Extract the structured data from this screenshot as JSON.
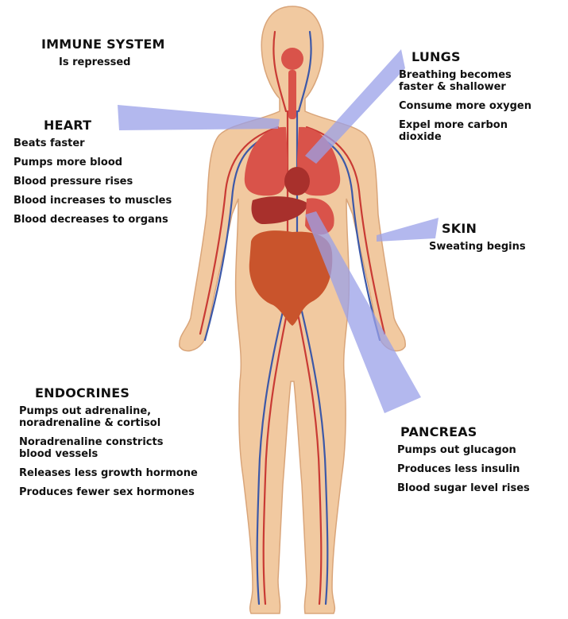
{
  "colors": {
    "skin": "#f1c9a0",
    "skin_outline": "#d9a57a",
    "artery": "#c93a34",
    "vein": "#3c58a8",
    "organ": "#d9534a",
    "organ_dark": "#a8302c",
    "intestine": "#c9542c",
    "pointer": "#9aa0e8"
  },
  "labels": {
    "immune": {
      "title": "IMMUNE SYSTEM",
      "items": [
        "Is repressed"
      ]
    },
    "heart": {
      "title": "HEART",
      "items": [
        "Beats faster",
        "Pumps more blood",
        "Blood pressure rises",
        "Blood increases to muscles",
        "Blood decreases to organs"
      ]
    },
    "lungs": {
      "title": "LUNGS",
      "items": [
        "Breathing becomes\nfaster & shallower",
        "Consume more oxygen",
        "Expel more carbon\ndioxide"
      ]
    },
    "skin": {
      "title": "SKIN",
      "items": [
        "Sweating begins"
      ]
    },
    "endocrines": {
      "title": "ENDOCRINES",
      "items": [
        "Pumps out adrenaline,\nnoradrenaline & cortisol",
        "Noradrenaline constricts\nblood vessels",
        "Releases less growth hormone",
        "Produces fewer sex hormones"
      ]
    },
    "pancreas": {
      "title": "PANCREAS",
      "items": [
        "Pumps out glucagon",
        "Produces less insulin",
        "Blood sugar level rises"
      ]
    }
  }
}
